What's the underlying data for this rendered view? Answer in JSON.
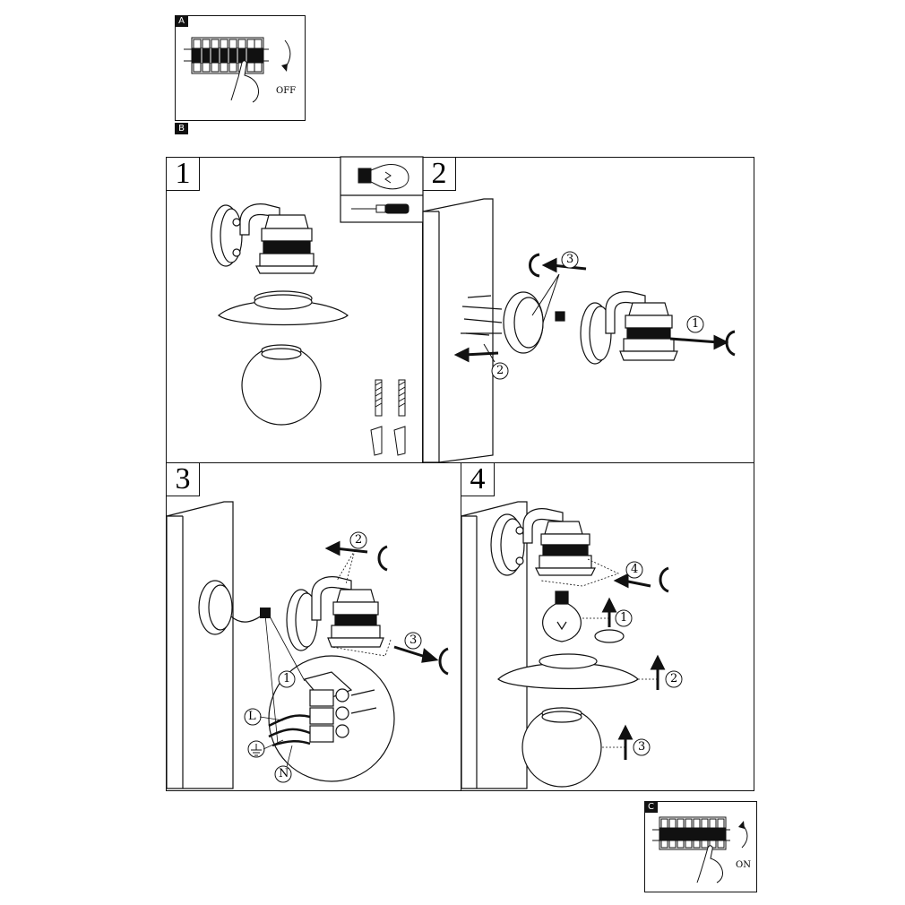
{
  "switch_panels": {
    "a": {
      "tag": "A",
      "label": "OFF"
    },
    "b": {
      "tag": "B"
    },
    "c": {
      "tag": "C",
      "label": "ON"
    }
  },
  "steps": [
    {
      "number": "1"
    },
    {
      "number": "2",
      "callouts": [
        "1",
        "2",
        "3"
      ]
    },
    {
      "number": "3",
      "callouts": [
        "1",
        "2",
        "3"
      ],
      "wire_labels": [
        "L",
        "N"
      ]
    },
    {
      "number": "4",
      "callouts": [
        "1",
        "2",
        "3",
        "4"
      ]
    }
  ]
}
